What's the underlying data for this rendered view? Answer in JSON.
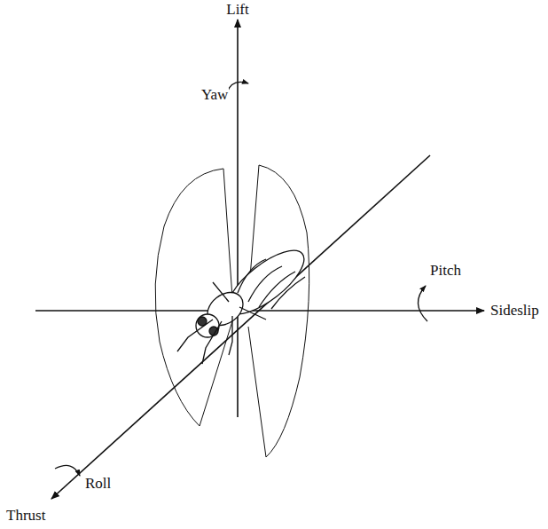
{
  "diagram": {
    "labels": [
      "Lift",
      "Yaw",
      "Pitch",
      "Sideslip",
      "Roll",
      "Thrust"
    ]
  }
}
